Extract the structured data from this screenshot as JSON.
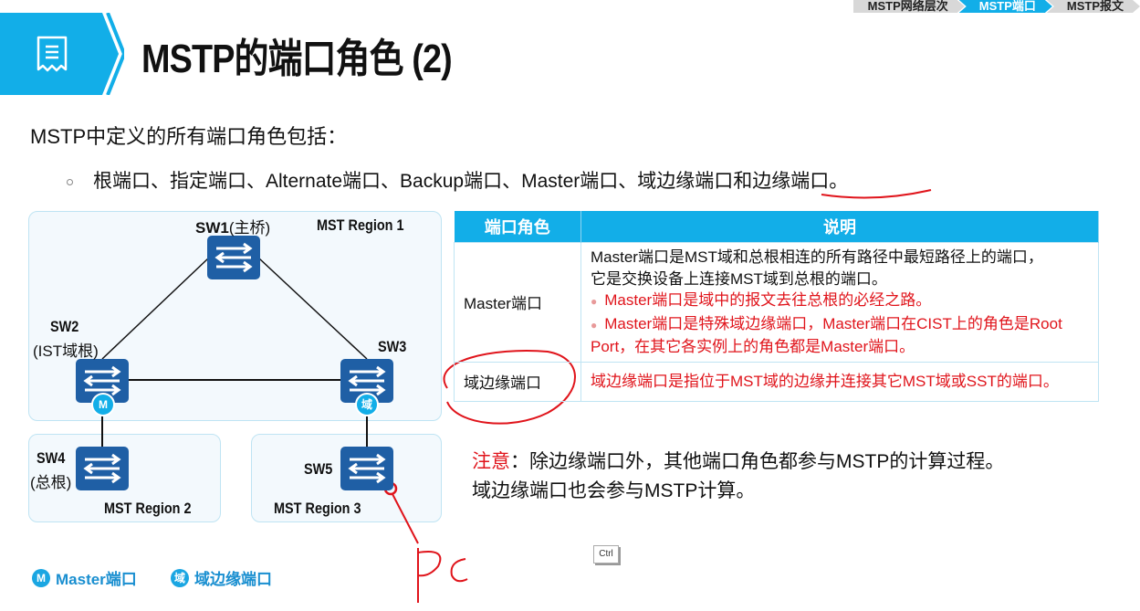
{
  "breadcrumb": [
    {
      "label": "MSTP网络层次",
      "active": false
    },
    {
      "label": "MSTP端口",
      "active": true
    },
    {
      "label": "MSTP报文",
      "active": false
    }
  ],
  "header": {
    "icon": "document-icon",
    "title": "MSTP的端口角色 (2)"
  },
  "intro": "MSTP中定义的所有端口角色包括：",
  "bullet": "根端口、指定端口、Alternate端口、Backup端口、Master端口、域边缘端口和边缘端口。",
  "diagram": {
    "regions": [
      {
        "name": "MST Region 1"
      },
      {
        "name": "MST Region 2"
      },
      {
        "name": "MST Region 3"
      }
    ],
    "switches": [
      {
        "name": "SW1",
        "note": "(主桥)"
      },
      {
        "name": "SW2",
        "note": "(IST域根)",
        "badge": "M"
      },
      {
        "name": "SW3",
        "badge": "域"
      },
      {
        "name": "SW4",
        "note": "(总根)"
      },
      {
        "name": "SW5"
      }
    ],
    "legend": [
      {
        "badge": "M",
        "label": "Master端口"
      },
      {
        "badge": "域",
        "label": "域边缘端口"
      }
    ]
  },
  "table": {
    "headers": [
      "端口角色",
      "说明"
    ],
    "rows": [
      {
        "role": "Master端口",
        "lines": [
          {
            "text": "Master端口是MST域和总根相连的所有路径中最短路径上的端口，",
            "red": false
          },
          {
            "text": "它是交换设备上连接MST域到总根的端口。",
            "red": false
          },
          {
            "text": "Master端口是域中的报文去往总根的必经之路。",
            "red": true,
            "bullet": true
          },
          {
            "text": "Master端口是特殊域边缘端口，Master端口在CIST上的角色是Root Port，在其它各实例上的角色都是Master端口。",
            "red": true,
            "bullet": true
          }
        ]
      },
      {
        "role": "域边缘端口",
        "lines": [
          {
            "text": "域边缘端口是指位于MST域的边缘并连接其它MST域或SST的端口。",
            "red": true
          }
        ]
      }
    ]
  },
  "note": {
    "label": "注意",
    "line1": "：除边缘端口外，其他端口角色都参与MSTP的计算过程。",
    "line2": "域边缘端口也会参与MSTP计算。"
  },
  "annotations": {
    "handwritten": "PC",
    "key_hint": "Ctrl"
  },
  "colors": {
    "accent": "#12aee8",
    "switch": "#1f5fa5",
    "warning": "#e0141b"
  }
}
